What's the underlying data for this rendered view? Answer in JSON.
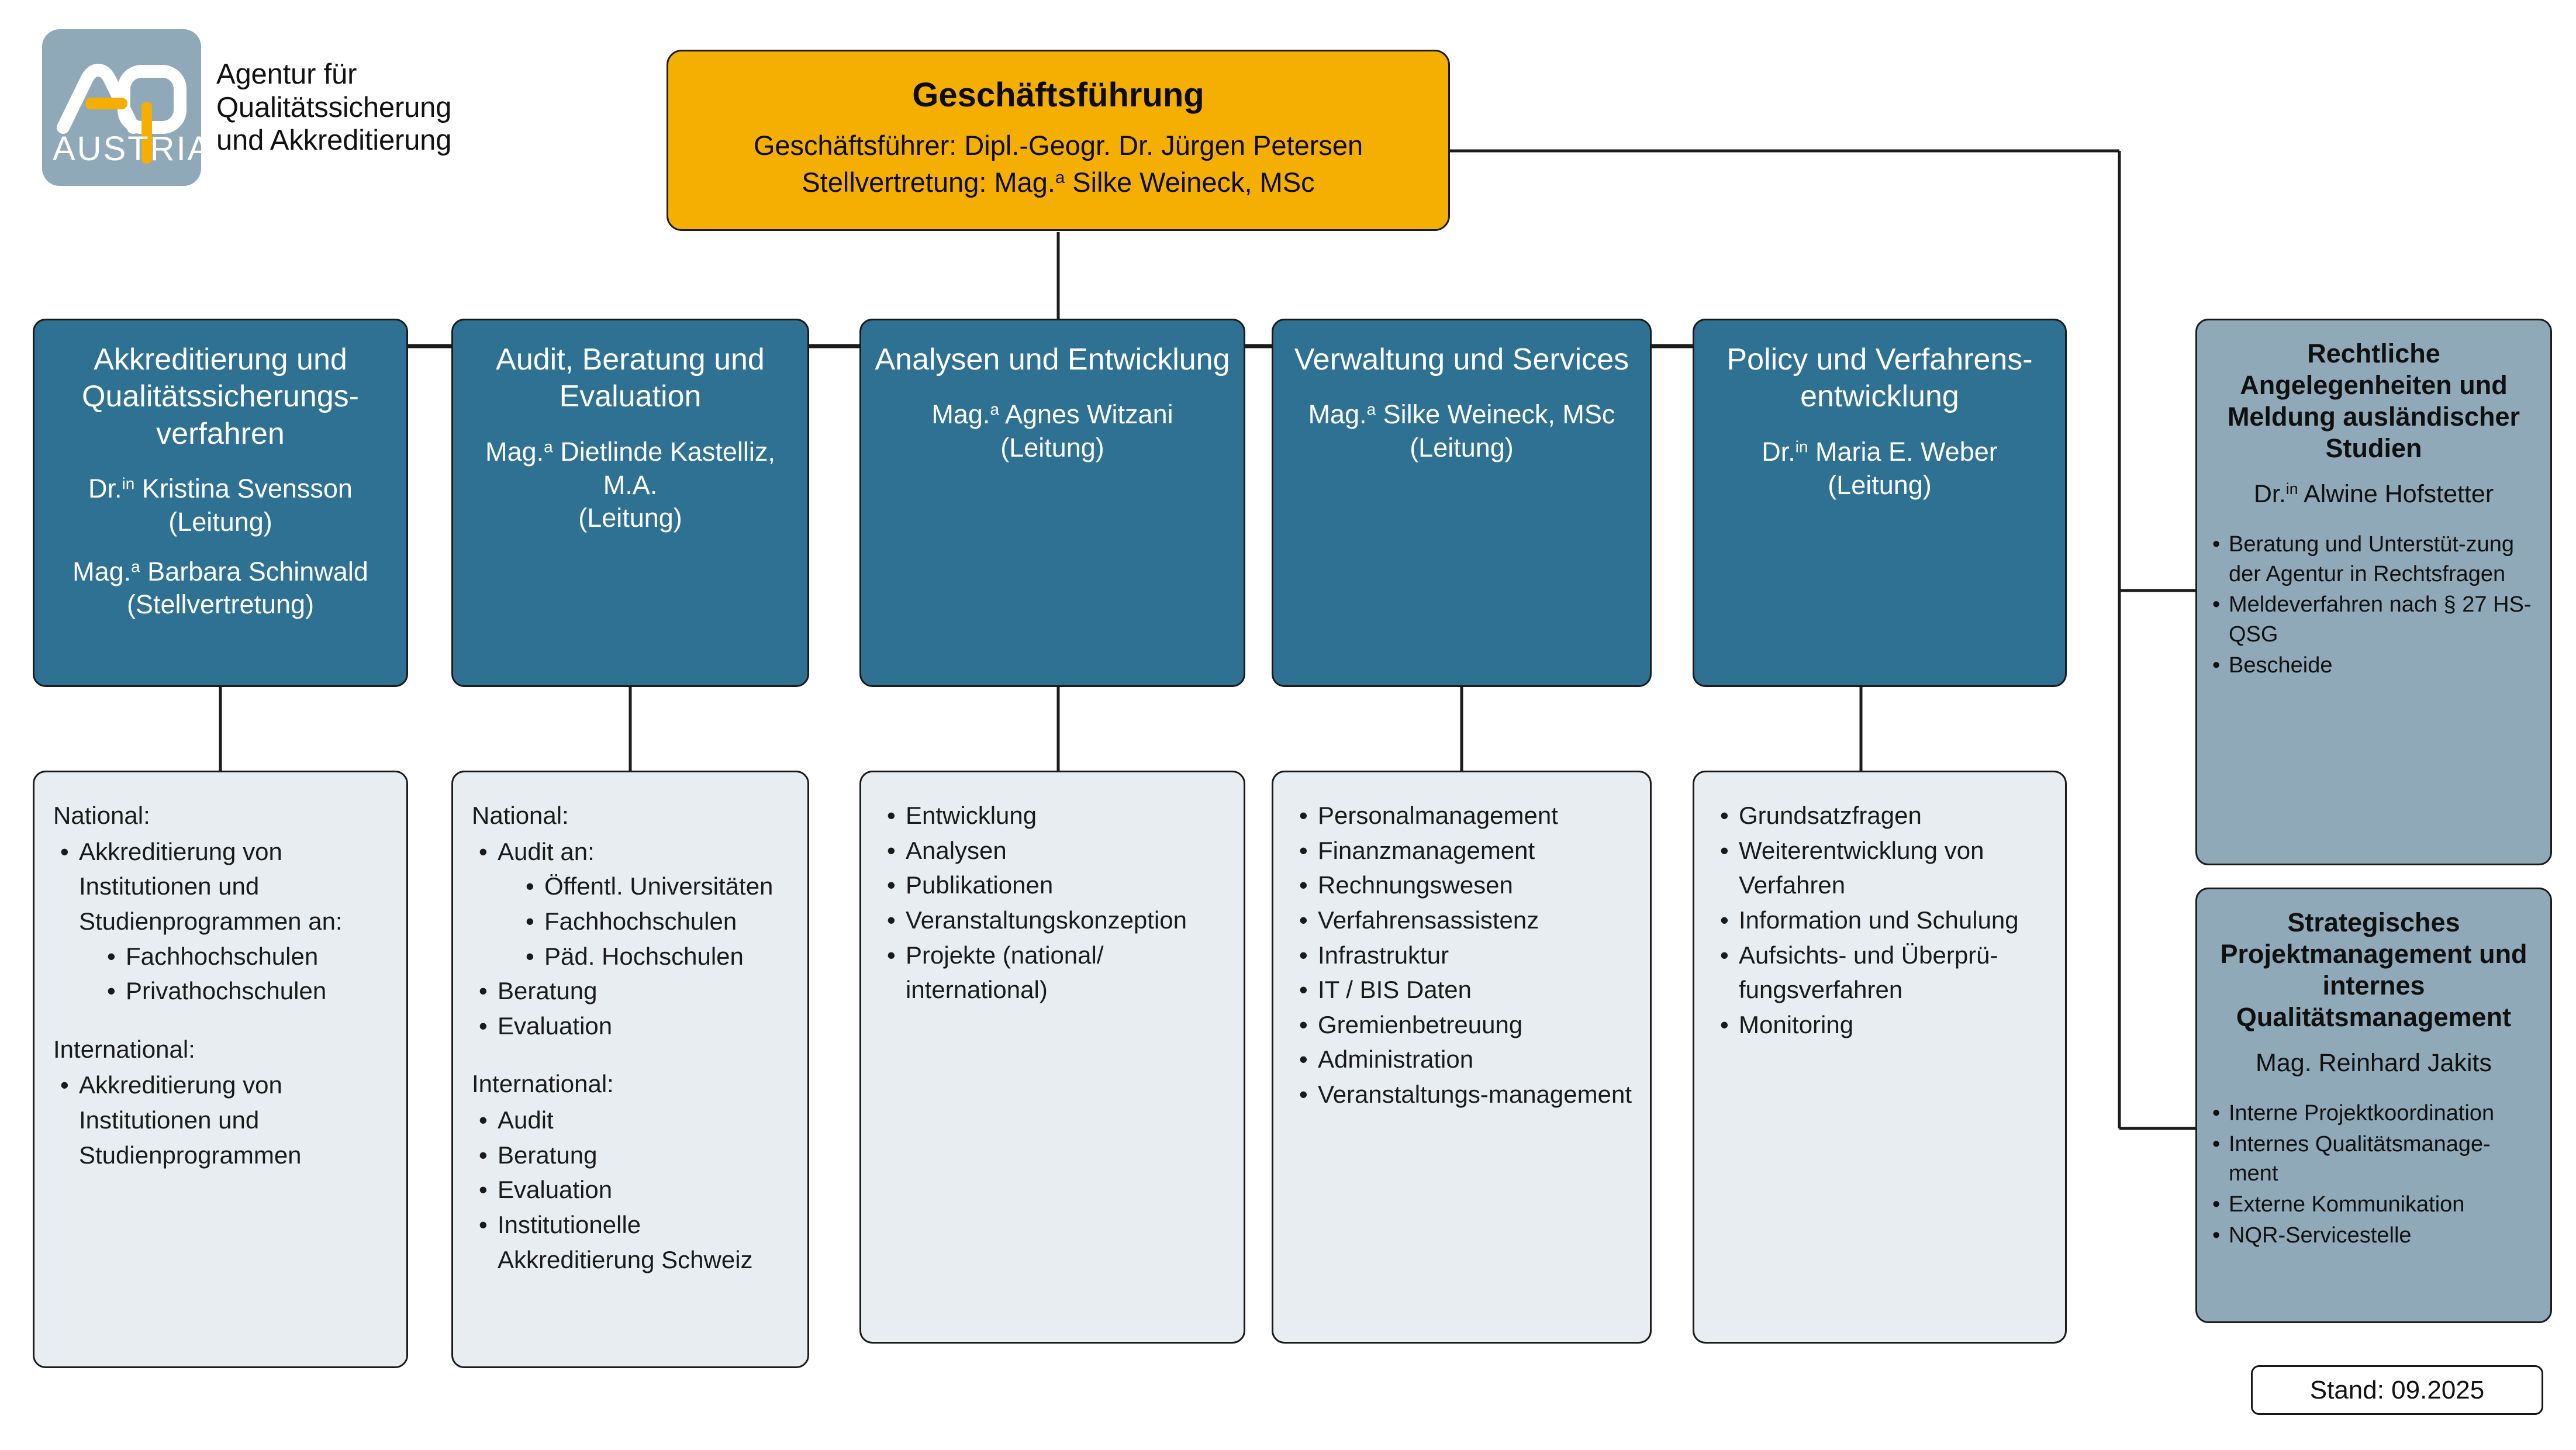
{
  "logo": {
    "mark_letters": "AQ",
    "mark_sub": "AUSTRIA",
    "wordmark": "Agentur für\nQualitätssicherung\nund Akkreditierung",
    "mark_bg_color": "#8FA9B8",
    "mark_accent_color": "#F5AF02"
  },
  "colors": {
    "executive": "#F5AF02",
    "department": "#2E7193",
    "task": "#E7EDF1",
    "side": "#8FA9B8",
    "line": "#1b1b1b"
  },
  "executive": {
    "title": "Geschäftsführung",
    "lines": [
      "Geschäftsführer: Dipl.-Geogr. Dr. Jürgen Petersen",
      "Stellvertretung: Mag.ᵃ Silke Weineck, MSc"
    ]
  },
  "departments": [
    {
      "title": "Akkreditierung und Qualitätssicherungs-verfahren",
      "people": [
        {
          "name": "Dr.ⁱⁿ Kristina Svensson",
          "role": "(Leitung)"
        },
        {
          "name": "Mag.ᵃ Barbara Schinwald",
          "role": "(Stellvertretung)"
        }
      ],
      "tasks": {
        "groups": [
          {
            "label": "National:",
            "items": [
              {
                "text": "Akkreditierung von Institutionen und Studienprogrammen an:",
                "children": [
                  "Fachhochschulen",
                  "Privathochschulen"
                ]
              }
            ]
          },
          {
            "label": "International:",
            "items": [
              {
                "text": "Akkreditierung von Institutionen und Studienprogrammen",
                "children": []
              }
            ]
          }
        ]
      }
    },
    {
      "title": "Audit, Beratung und Evaluation",
      "people": [
        {
          "name": "Mag.ᵃ Dietlinde Kastelliz, M.A.",
          "role": "(Leitung)"
        }
      ],
      "tasks": {
        "groups": [
          {
            "label": "National:",
            "items": [
              {
                "text": "Audit an:",
                "children": [
                  "Öffentl. Universitäten",
                  "Fachhochschulen",
                  "Päd. Hochschulen"
                ]
              },
              {
                "text": "Beratung",
                "children": []
              },
              {
                "text": "Evaluation",
                "children": []
              }
            ]
          },
          {
            "label": "International:",
            "items": [
              {
                "text": "Audit",
                "children": []
              },
              {
                "text": "Beratung",
                "children": []
              },
              {
                "text": "Evaluation",
                "children": []
              },
              {
                "text": "Institutionelle Akkreditierung Schweiz",
                "children": []
              }
            ]
          }
        ]
      }
    },
    {
      "title": "Analysen und Entwicklung",
      "people": [
        {
          "name": "Mag.ᵃ Agnes Witzani",
          "role": "(Leitung)"
        }
      ],
      "tasks": {
        "groups": [
          {
            "label": "",
            "items": [
              {
                "text": "Entwicklung",
                "children": []
              },
              {
                "text": "Analysen",
                "children": []
              },
              {
                "text": "Publikationen",
                "children": []
              },
              {
                "text": "Veranstaltungskonzeption",
                "children": []
              },
              {
                "text": "Projekte (national/ international)",
                "children": []
              }
            ]
          }
        ]
      }
    },
    {
      "title": "Verwaltung und Services",
      "people": [
        {
          "name": "Mag.ᵃ Silke Weineck, MSc",
          "role": "(Leitung)"
        }
      ],
      "tasks": {
        "groups": [
          {
            "label": "",
            "items": [
              {
                "text": "Personalmanagement",
                "children": []
              },
              {
                "text": "Finanzmanagement",
                "children": []
              },
              {
                "text": "Rechnungswesen",
                "children": []
              },
              {
                "text": "Verfahrensassistenz",
                "children": []
              },
              {
                "text": "Infrastruktur",
                "children": []
              },
              {
                "text": "IT / BIS Daten",
                "children": []
              },
              {
                "text": "Gremienbetreuung",
                "children": []
              },
              {
                "text": "Administration",
                "children": []
              },
              {
                "text": "Veranstaltungs-management",
                "children": []
              }
            ]
          }
        ]
      }
    },
    {
      "title": "Policy und Verfahrens-entwicklung",
      "people": [
        {
          "name": "Dr.ⁱⁿ Maria E. Weber",
          "role": "(Leitung)"
        }
      ],
      "tasks": {
        "groups": [
          {
            "label": "",
            "items": [
              {
                "text": "Grundsatzfragen",
                "children": []
              },
              {
                "text": "Weiterentwicklung von Verfahren",
                "children": []
              },
              {
                "text": "Information und Schulung",
                "children": []
              },
              {
                "text": "Aufsichts- und Überprü-fungsverfahren",
                "children": []
              },
              {
                "text": "Monitoring",
                "children": []
              }
            ]
          }
        ]
      }
    }
  ],
  "side_units": [
    {
      "title": "Rechtliche Angelegenheiten und Meldung ausländischer Studien",
      "person": "Dr.ⁱⁿ Alwine Hofstetter",
      "items": [
        "Beratung und Unterstüt-zung der Agentur in Rechtsfragen",
        "Meldeverfahren nach § 27 HS-QSG",
        "Bescheide"
      ]
    },
    {
      "title": "Strategisches Projektmanagement und internes Qualitätsmanagement",
      "person": "Mag. Reinhard Jakits",
      "items": [
        "Interne Projektkoordination",
        "Internes Qualitätsmanage-ment",
        "Externe Kommunikation",
        "NQR-Servicestelle"
      ]
    }
  ],
  "footer": {
    "stand": "Stand: 09.2025"
  }
}
